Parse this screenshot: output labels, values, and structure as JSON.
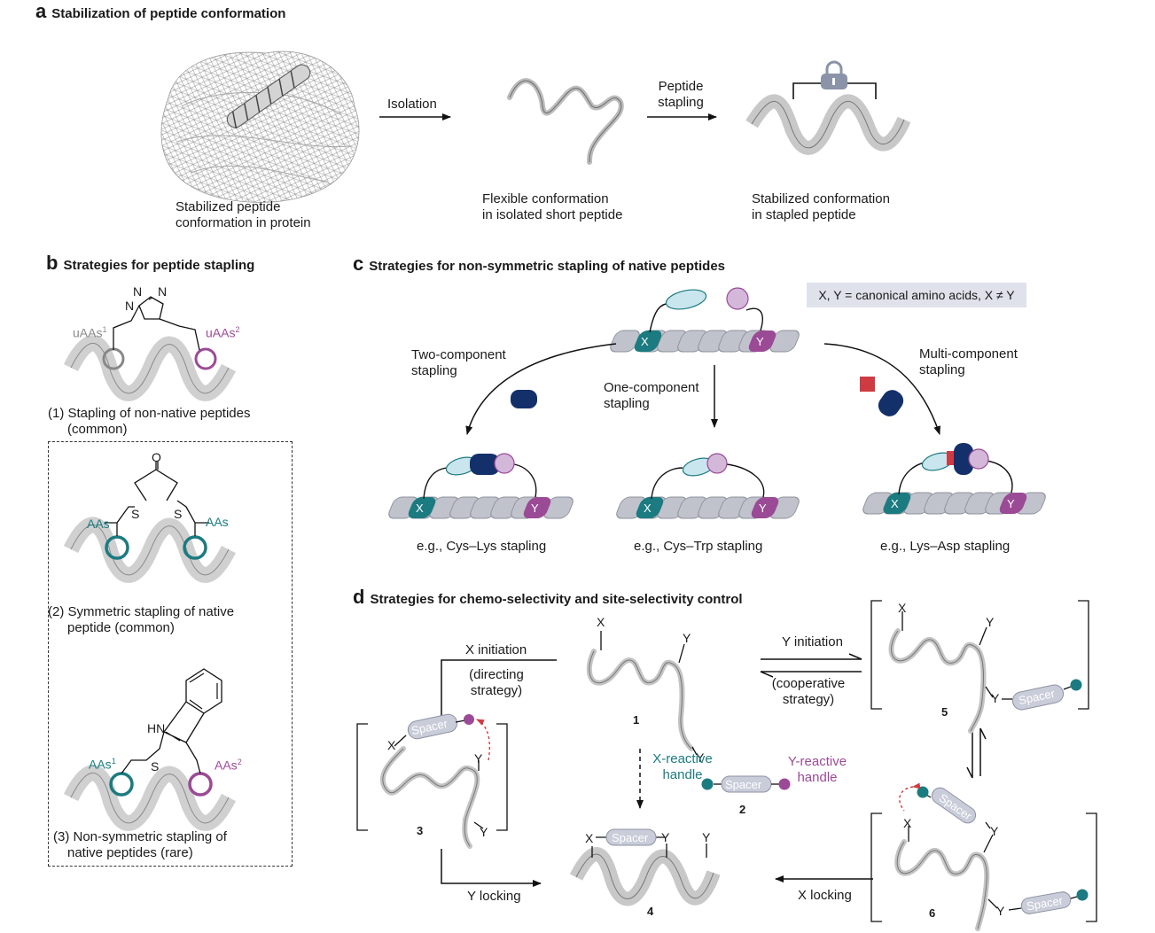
{
  "colors": {
    "teal": "#1b7b80",
    "magenta": "#9b4a96",
    "navy": "#14306b",
    "red": "#cf3b42",
    "lavender": "#c9b6d8",
    "ice": "#c9e5ee",
    "spacer": "#c9ccd9",
    "helix": "#c8c8c8"
  },
  "a": {
    "letter": "a",
    "title": "Stabilization of peptide conformation",
    "isolation": "Isolation",
    "stapling": [
      "Peptide",
      "stapling"
    ],
    "cap1": [
      "Stabilized peptide",
      "conformation in protein"
    ],
    "cap2": [
      "Flexible conformation",
      "in isolated short peptide"
    ],
    "cap3": [
      "Stabilized conformation",
      "in stapled peptide"
    ]
  },
  "b": {
    "letter": "b",
    "title": "Strategies for peptide stapling",
    "uaa": "uAAs",
    "sup1": "1",
    "sup2": "2",
    "aas": "AAs",
    "n": "N",
    "s": "S",
    "o": "O",
    "hn": "HN",
    "cap1": [
      "(1) Stapling of non-native peptides",
      "(common)"
    ],
    "cap2": [
      "(2) Symmetric stapling of native",
      "peptide (common)"
    ],
    "cap3": [
      "(3) Non-symmetric stapling of",
      "native peptides (rare)"
    ]
  },
  "c": {
    "letter": "c",
    "title": "Strategies for non-symmetric  stapling of native peptides",
    "note": "X, Y = canonical amino acids, X ≠ Y",
    "x": "X",
    "y": "Y",
    "two": [
      "Two-component",
      "stapling"
    ],
    "one": [
      "One-component",
      "stapling"
    ],
    "multi": [
      "Multi-component",
      "stapling"
    ],
    "eg1": "e.g., Cys–Lys stapling",
    "eg2": "e.g., Cys–Trp stapling",
    "eg3": "e.g., Lys–Asp stapling"
  },
  "d": {
    "letter": "d",
    "title": "Strategies for chemo-selectivity and site-selectivity control",
    "x_init": "X initiation",
    "directing": [
      "(directing",
      "strategy)"
    ],
    "y_init": "Y initiation",
    "cooperative": [
      "(cooperative",
      "strategy)"
    ],
    "x_handle": [
      "X-reactive",
      "handle"
    ],
    "y_handle": [
      "Y-reactive",
      "handle"
    ],
    "spacer": "Spacer",
    "y_lock": "Y locking",
    "x_lock": "X locking",
    "x": "X",
    "y": "Y",
    "n1": "1",
    "n2": "2",
    "n3": "3",
    "n4": "4",
    "n5": "5",
    "n6": "6"
  }
}
